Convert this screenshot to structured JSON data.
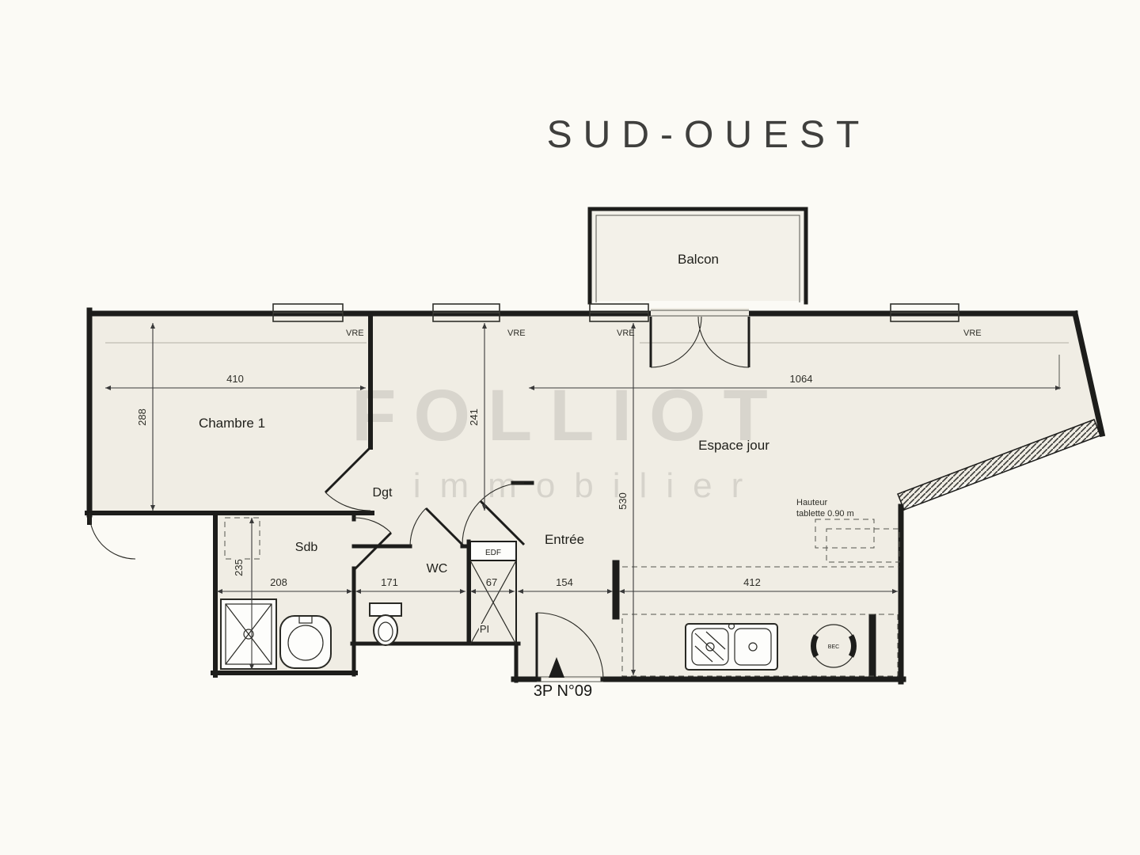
{
  "title": "SUD-OUEST",
  "apartment_ref": "3P N°09",
  "watermark": {
    "name": "FOLLIOT",
    "tagline": "immobilier"
  },
  "rooms": {
    "balcon": "Balcon",
    "chambre1": "Chambre 1",
    "degagement": "Dgt",
    "sdb": "Sdb",
    "wc": "WC",
    "entree": "Entrée",
    "espace_jour": "Espace jour"
  },
  "annotations": {
    "vre": "VRE",
    "edf": "EDF",
    "pi": "PI",
    "bec": "BEC",
    "hauteur_l1": "Hauteur",
    "hauteur_l2": "tablette 0.90 m"
  },
  "dimensions_cm": {
    "chambre_width": "410",
    "chambre_depth": "288",
    "middle_depth": "241",
    "sejour_width": "1064",
    "sejour_depth": "530",
    "sdb_depth": "235",
    "sdb_width": "208",
    "wc_width": "171",
    "placard_width": "67",
    "entree_width": "154",
    "cuisine_width": "412"
  },
  "colors": {
    "paper": "#fbfaf5",
    "floor": "#f0ede4",
    "line": "#1d1d1b",
    "dimension": "#3a3a3a",
    "watermark": "#b8b5ae"
  }
}
